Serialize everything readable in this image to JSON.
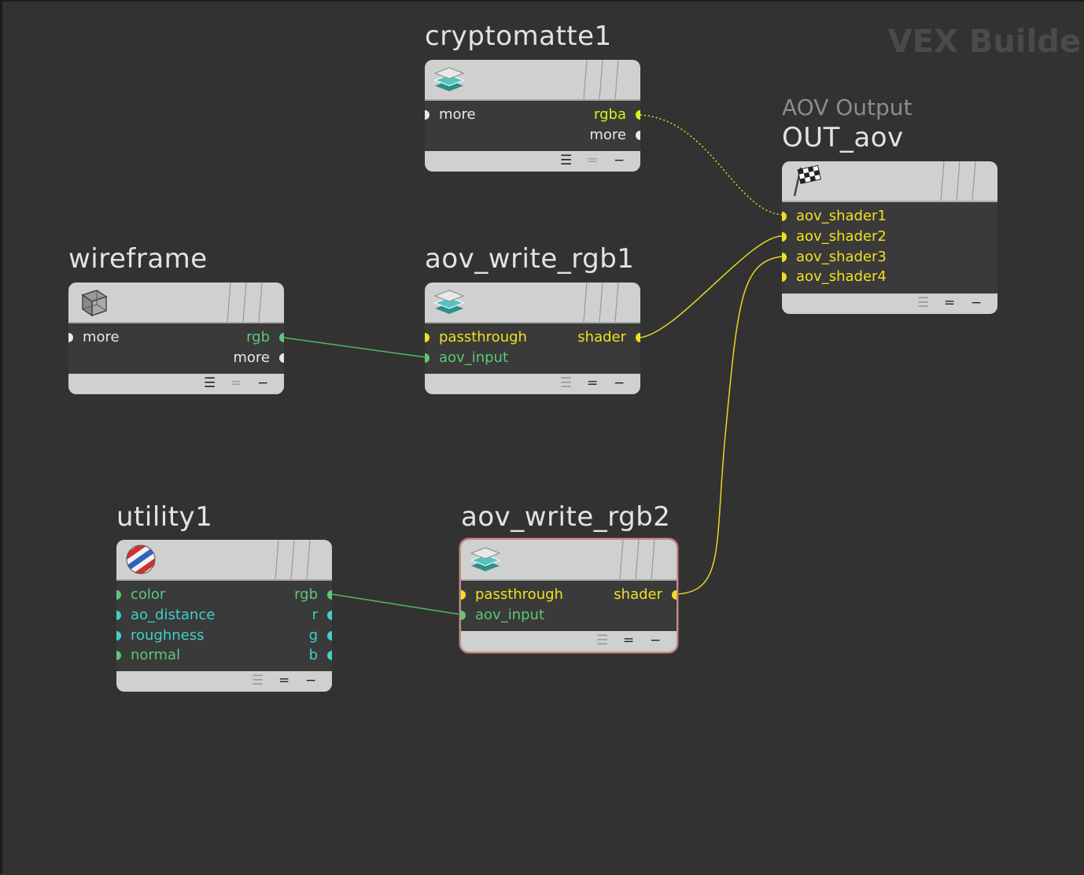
{
  "network": {
    "context_label": "VEX Builde",
    "colors": {
      "background": "#323232",
      "yellow": "#f0e020",
      "lime": "#d8f020",
      "green": "#5cc878",
      "cyan": "#40d0c8",
      "white": "#e8e8e8"
    }
  },
  "nodes": {
    "cryptomatte": {
      "name": "cryptomatte1",
      "icon": "layers-icon",
      "inputs": [
        {
          "label": "more",
          "color": "white"
        }
      ],
      "outputs": [
        {
          "label": "rgba",
          "color": "lime"
        },
        {
          "label": "more",
          "color": "white"
        }
      ]
    },
    "wireframe": {
      "name": "wireframe",
      "icon": "wireframe-cube-icon",
      "inputs": [
        {
          "label": "more",
          "color": "white"
        }
      ],
      "outputs": [
        {
          "label": "rgb",
          "color": "green"
        },
        {
          "label": "more",
          "color": "white"
        }
      ]
    },
    "aov_write_rgb1": {
      "name": "aov_write_rgb1",
      "icon": "layers-icon",
      "inputs": [
        {
          "label": "passthrough",
          "color": "yellow"
        },
        {
          "label": "aov_input",
          "color": "green"
        }
      ],
      "outputs": [
        {
          "label": "shader",
          "color": "yellow"
        }
      ]
    },
    "out_aov": {
      "type_label": "AOV Output",
      "name": "OUT_aov",
      "icon": "checkered-flag-icon",
      "inputs": [
        {
          "label": "aov_shader1",
          "color": "yellow"
        },
        {
          "label": "aov_shader2",
          "color": "yellow"
        },
        {
          "label": "aov_shader3",
          "color": "yellow"
        },
        {
          "label": "aov_shader4",
          "color": "yellow"
        }
      ]
    },
    "utility": {
      "name": "utility1",
      "icon": "striped-ball-icon",
      "inputs": [
        {
          "label": "color",
          "color": "green"
        },
        {
          "label": "ao_distance",
          "color": "cyan"
        },
        {
          "label": "roughness",
          "color": "cyan"
        },
        {
          "label": "normal",
          "color": "green"
        }
      ],
      "outputs": [
        {
          "label": "rgb",
          "color": "green"
        },
        {
          "label": "r",
          "color": "cyan"
        },
        {
          "label": "g",
          "color": "cyan"
        },
        {
          "label": "b",
          "color": "cyan"
        }
      ]
    },
    "aov_write_rgb2": {
      "name": "aov_write_rgb2",
      "icon": "layers-icon",
      "selected": true,
      "inputs": [
        {
          "label": "passthrough",
          "color": "yellow"
        },
        {
          "label": "aov_input",
          "color": "green"
        }
      ],
      "outputs": [
        {
          "label": "shader",
          "color": "yellow"
        }
      ]
    }
  },
  "footer_icons": [
    "menu-lines-icon",
    "equals-icon",
    "minus-icon"
  ]
}
